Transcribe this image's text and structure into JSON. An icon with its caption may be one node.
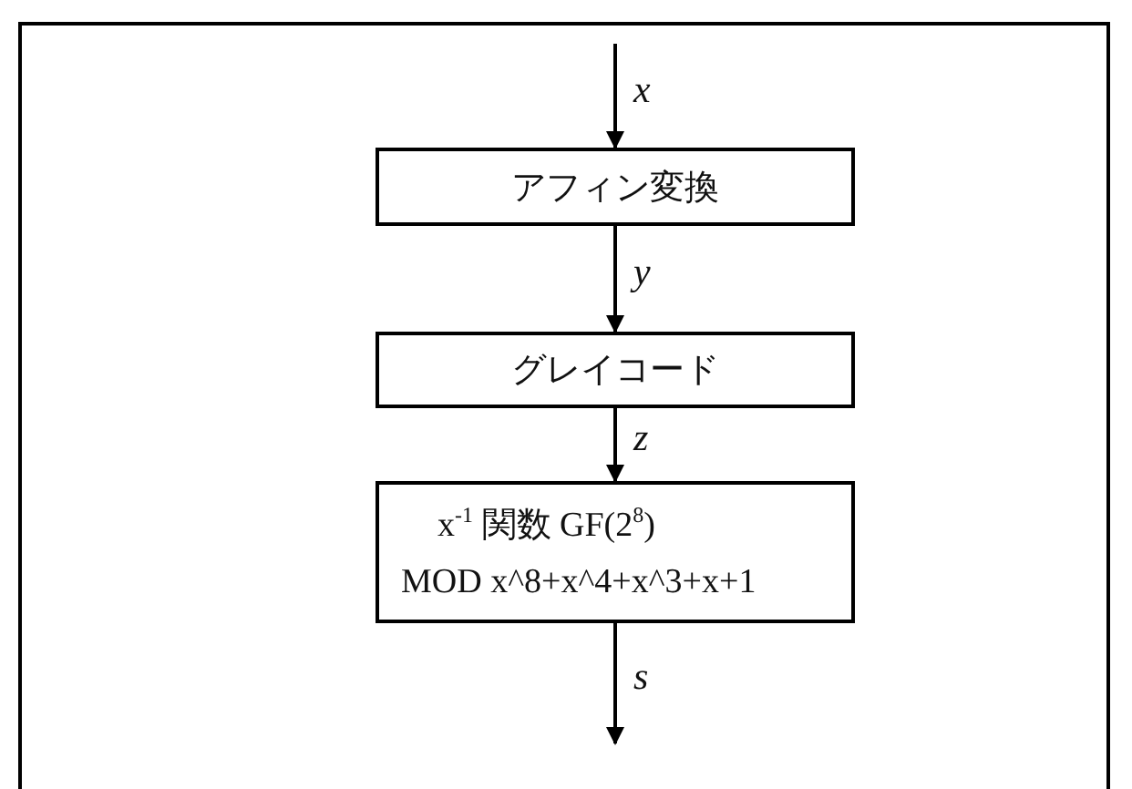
{
  "diagram": {
    "nodes": [
      {
        "text": [
          "アフィン変換"
        ]
      },
      {
        "text": [
          "グレイコード"
        ]
      },
      {
        "text": [
          "x$^{-1}$ 関数 GF(2$^{8}$)",
          "MOD x^8+x^4+x^3+x+1"
        ]
      }
    ],
    "edges": [
      {
        "from": null,
        "to": 0,
        "arrow": "to",
        "label": "x"
      },
      {
        "from": 0,
        "to": 1,
        "arrow": "to",
        "label": "y"
      },
      {
        "from": 1,
        "to": 2,
        "arrow": "to",
        "label": "z"
      },
      {
        "from": 2,
        "to": null,
        "arrow": "to",
        "label": "s"
      }
    ]
  }
}
